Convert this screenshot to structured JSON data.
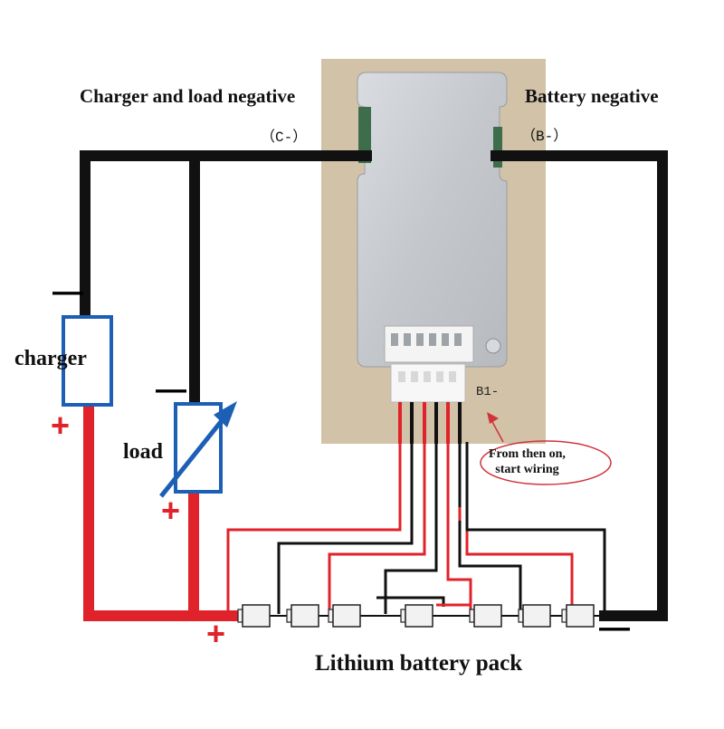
{
  "labels": {
    "charger_load_negative": "Charger and load negative",
    "c_minus": "（C-）",
    "battery_negative": "Battery negative",
    "b_minus": "（B-）",
    "charger": "charger",
    "load": "load",
    "b1": "B1-",
    "note": "From then on,\nstart wiring",
    "pack": "Lithium battery pack",
    "minus": "—",
    "plus": "+"
  },
  "colors": {
    "wire_black": "#111111",
    "wire_red": "#e0232a",
    "box_blue": "#1c5fb5",
    "board_bg": "#d2c2a8",
    "plate": "#c9ccd1",
    "note_outline": "#d0343a"
  },
  "cells": {
    "count": 7
  }
}
